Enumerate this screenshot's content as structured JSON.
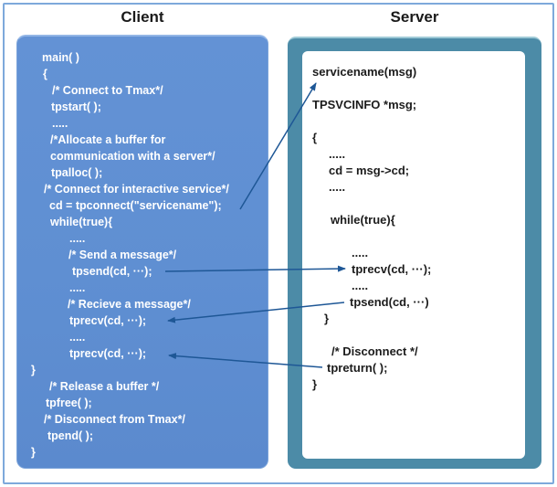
{
  "titles": {
    "client": "Client",
    "server": "Server"
  },
  "client_panel": {
    "code": [
      {
        "t": "main( )",
        "i": 12
      },
      {
        "t": "{",
        "i": 13
      },
      {
        "t": "/* Connect to Tmax*/",
        "i": 23
      },
      {
        "t": "tpstart( );",
        "i": 22
      },
      {
        "t": ".....",
        "i": 23
      },
      {
        "t": "/*Allocate a buffer for",
        "i": 21
      },
      {
        "t": "communication with a server*/",
        "i": 21
      },
      {
        "t": "tpalloc( );",
        "i": 22
      },
      {
        "t": "/* Connect for interactive service*/",
        "i": 14
      },
      {
        "t": "cd = tpconnect(\"servicename\");",
        "i": 20
      },
      {
        "t": "while(true){",
        "i": 21
      },
      {
        "t": ".....",
        "i": 42
      },
      {
        "t": "/* Send a message*/",
        "i": 41
      },
      {
        "t": "tpsend(cd, ···);",
        "i": 45
      },
      {
        "t": ".....",
        "i": 42
      },
      {
        "t": "/* Recieve a message*/",
        "i": 40
      },
      {
        "t": "tprecv(cd, ···);",
        "i": 42
      },
      {
        "t": ".....",
        "i": 42
      },
      {
        "t": "tprecv(cd, ···);",
        "i": 42
      },
      {
        "t": "}",
        "i": 0
      },
      {
        "t": "/* Release a buffer */",
        "i": 20
      },
      {
        "t": "tpfree( );",
        "i": 16
      },
      {
        "t": "/* Disconnect from Tmax*/",
        "i": 14
      },
      {
        "t": "tpend( );",
        "i": 18
      },
      {
        "t": "}",
        "i": 0
      }
    ]
  },
  "server_panel": {
    "code": [
      {
        "t": "servicename(msg)",
        "i": 0
      },
      {
        "t": "",
        "i": 0
      },
      {
        "t": "TPSVCINFO *msg;",
        "i": 0
      },
      {
        "t": "",
        "i": 0
      },
      {
        "t": "{",
        "i": 0
      },
      {
        "t": ".....",
        "i": 18
      },
      {
        "t": "cd = msg->cd;",
        "i": 18
      },
      {
        "t": ".....",
        "i": 18
      },
      {
        "t": "",
        "i": 0
      },
      {
        "t": "while(true){",
        "i": 20
      },
      {
        "t": "",
        "i": 0
      },
      {
        "t": ".....",
        "i": 43
      },
      {
        "t": "tprecv(cd, ···);",
        "i": 43
      },
      {
        "t": ".....",
        "i": 43
      },
      {
        "t": "tpsend(cd, ···)",
        "i": 41
      },
      {
        "t": "}",
        "i": 13
      },
      {
        "t": "",
        "i": 0
      },
      {
        "t": "/* Disconnect */",
        "i": 21
      },
      {
        "t": "tpreturn( );",
        "i": 16
      },
      {
        "t": "}",
        "i": 0
      }
    ]
  },
  "arrows": [
    {
      "from": "client: cd = tpconnect(\"servicename\");",
      "to": "server: servicename(msg)"
    },
    {
      "from": "client: tpsend(cd, ···);",
      "to": "server: tprecv(cd, ···);"
    },
    {
      "from": "server: tpsend(cd, ···)",
      "to": "client: tprecv(cd, ···); (first)"
    },
    {
      "from": "server: tpreturn( );",
      "to": "client: tprecv(cd, ···); (second)"
    }
  ],
  "colors": {
    "client_box": "#5f8fd2",
    "server_frame": "#4c8ba7",
    "arrow": "#1e5796",
    "page_border": "#7ea9db",
    "client_text": "#ffffff",
    "server_text": "#1c1c1c"
  }
}
